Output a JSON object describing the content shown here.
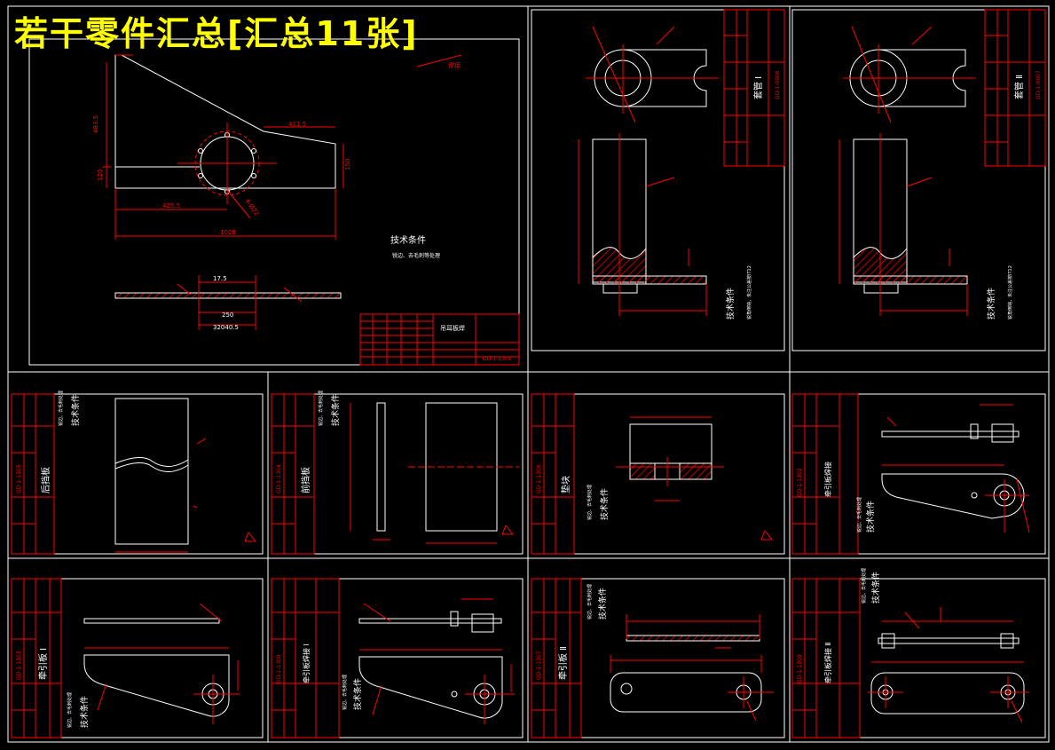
{
  "page": {
    "title": "若干零件汇总[汇总11张]"
  },
  "colors": {
    "background": "#000000",
    "frame": "#ffffff",
    "dimension": "#ff0000",
    "title_text": "#ffff00",
    "hatch": "#ff0000"
  },
  "sheets": {
    "main": {
      "dim_top": "411.5",
      "dim_left_h": "483.5",
      "dim_left_small": "120",
      "dim_right_h": "150",
      "dim_mid": "425.5",
      "dim_total": "1028",
      "dim_thickness": "17.5",
      "dim_pitch": "250",
      "dim_holes": "4-Ø22",
      "dim_sub": "32040.5",
      "label_top": "焊接",
      "tech_title": "技术条件",
      "tech_text": "锐边、去毛刺等处理",
      "tb_name": "吊耳板焊",
      "tb_code": "GD-1-1301"
    },
    "sleeve1": {
      "part": "套管 Ⅰ",
      "code": "GD-1-0006",
      "tech_title": "技术条件",
      "tech_text": "锐角倒钝，未注公差按IT12"
    },
    "sleeve2": {
      "part": "套管 Ⅱ",
      "code": "GD-1-0007",
      "tech_title": "技术条件",
      "tech_text": "锐角倒钝，未注公差按IT12"
    },
    "rear_plate": {
      "part": "后挡板",
      "code": "GD-1-1305",
      "tech_title": "技术条件",
      "tech_text": "锐边、去毛刺处理"
    },
    "front_plate": {
      "part": "前挡板",
      "code": "GD-1-1304",
      "tech_title": "技术条件",
      "tech_text": "锐边、去毛刺处理"
    },
    "pad": {
      "part": "垫块",
      "code": "GD-1-1306",
      "tech_title": "技术条件",
      "tech_text": "锐边、去毛刺处理"
    },
    "ear_weld": {
      "part": "牵引板焊接",
      "code": "GD-1-1302",
      "tech_title": "技术条件",
      "tech_text": "锐边、去毛刺处理"
    },
    "traction1": {
      "part": "牵引板 Ⅰ",
      "code": "GD-1-1303",
      "tech_title": "技术条件",
      "tech_text": "锐边、去毛刺处理"
    },
    "traction_weld1": {
      "part": "牵引板焊接 Ⅰ",
      "code": "GD-1-1308",
      "tech_title": "技术条件",
      "tech_text": "锐边、去毛刺处理"
    },
    "traction2": {
      "part": "牵引板 Ⅱ",
      "code": "GD-1-1307",
      "tech_title": "技术条件",
      "tech_text": "锐边、去毛刺处理"
    },
    "traction_weld2": {
      "part": "牵引板焊接 Ⅱ",
      "code": "GD-1-1309",
      "tech_title": "技术条件",
      "tech_text": "锐边、去毛刺处理"
    }
  }
}
